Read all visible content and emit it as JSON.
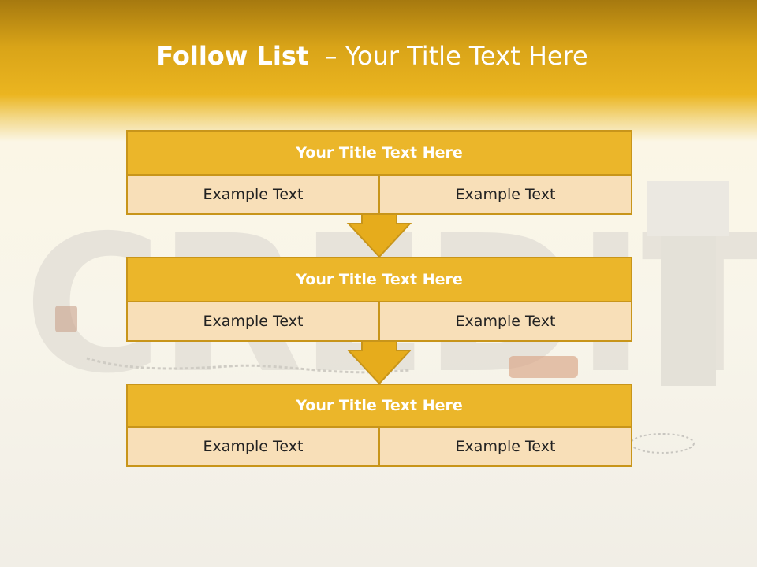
{
  "title": {
    "bold": "Follow List",
    "rest": "  – Your Title Text Here"
  },
  "background": {
    "word": "CREDIT"
  },
  "steps": [
    {
      "title": "Your Title Text Here",
      "left": "Example Text",
      "right": "Example Text"
    },
    {
      "title": "Your Title Text Here",
      "left": "Example Text",
      "right": "Example Text"
    },
    {
      "title": "Your Title Text Here",
      "left": "Example Text",
      "right": "Example Text"
    }
  ],
  "colors": {
    "header": "#ebb62a",
    "cell": "#f8dfb8",
    "border": "#c8951a",
    "accent": "#e6ac1c"
  }
}
